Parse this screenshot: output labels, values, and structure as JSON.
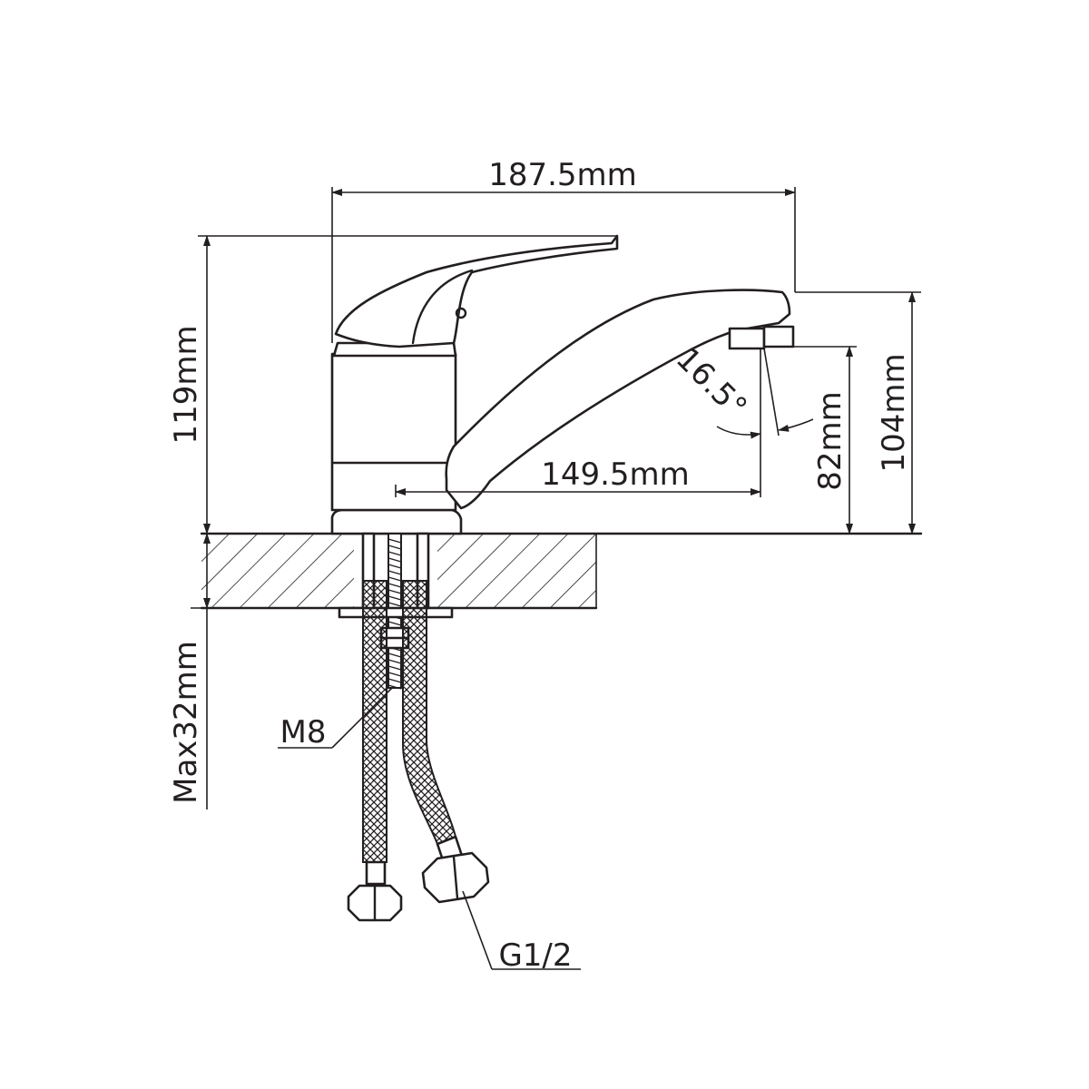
{
  "diagram": {
    "line_color": "#231f20",
    "background": "#ffffff",
    "labels": {
      "overall_width": "187.5mm",
      "overall_height": "119mm",
      "spout_height": "104mm",
      "spout_outlet_height": "82mm",
      "spout_reach": "149.5mm",
      "swivel_angle": "16.5°",
      "max_counter_thickness": "Max32mm",
      "stud_thread": "M8",
      "hose_connection": "G1/2"
    }
  }
}
